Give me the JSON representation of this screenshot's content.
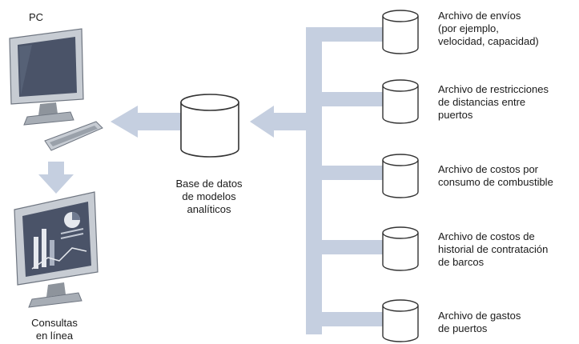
{
  "pc": {
    "label": "PC"
  },
  "consultas": {
    "label": "Consultas\nen línea"
  },
  "central_db": {
    "label": "Base de datos\nde modelos\nanalíticos"
  },
  "files": [
    {
      "label": "Archivo de envíos\n(por ejemplo,\nvelocidad, capacidad)"
    },
    {
      "label": "Archivo de restricciones\nde distancias entre\npuertos"
    },
    {
      "label": "Archivo de costos por\nconsumo de combustible"
    },
    {
      "label": "Archivo de costos de\nhistorial de contratación\nde barcos"
    },
    {
      "label": "Archivo de gastos\nde puertos"
    }
  ],
  "colors": {
    "arrow": "#c5cfe0",
    "db_fill": "#ffffff",
    "db_stroke": "#333333",
    "monitor_frame": "#bcc1c9",
    "monitor_screen": "#4a5368"
  },
  "icons": {
    "pc": "desktop-computer-icon",
    "consultas": "monitor-chart-icon",
    "database": "database-cylinder-icon"
  }
}
